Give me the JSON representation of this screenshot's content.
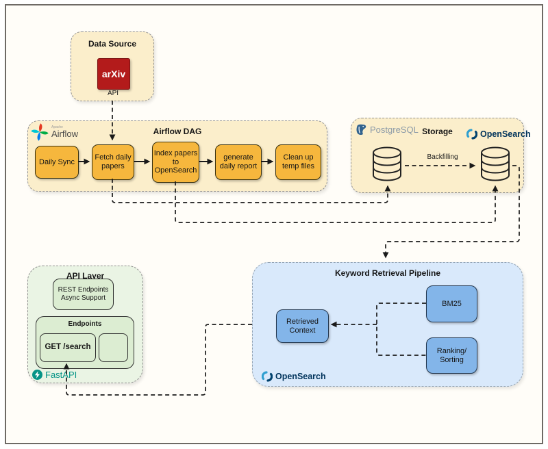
{
  "colors": {
    "cream_fill": "#fbeecb",
    "task_orange": "#f6b73d",
    "blue_zone_fill": "#d9e9fb",
    "blue_node_fill": "#83b5e9",
    "green_zone_fill": "#eaf4e4",
    "green_node_fill": "#dcedd2",
    "arxiv_red": "#b31b1b",
    "fastapi_teal": "#059486",
    "opensearch_navy": "#00335b",
    "postgres_slate": "#32638e",
    "connector_black": "#1a1a1a"
  },
  "data_source": {
    "title": "Data Source",
    "arxiv_logo": "arXiv",
    "api_label": "API"
  },
  "airflow_dag": {
    "brand_top": "Apache",
    "brand": "Airflow",
    "title": "Airflow DAG",
    "tasks": [
      {
        "label": "Daily Sync"
      },
      {
        "label": "Fetch daily\npapers"
      },
      {
        "label": "Index papers\nto\nOpenSearch"
      },
      {
        "label": "generate\ndaily report"
      },
      {
        "label": "Clean up\ntemp files"
      }
    ]
  },
  "storage": {
    "title": "Storage",
    "postgres_label": "PostgreSQL",
    "opensearch_label": "OpenSearch",
    "backfill_label": "Backfilling"
  },
  "api_layer": {
    "title": "API Layer",
    "rest_node": "REST Endpoints\nAsync Support",
    "endpoints_title": "Endpoints",
    "get_search_node": "GET /search",
    "fastapi_label": "FastAPI"
  },
  "pipeline": {
    "title": "Keyword Retrieval Pipeline",
    "retrieved_node": "Retrieved\nContext",
    "bm25_node": "BM25",
    "ranking_node": "Ranking/\nSorting",
    "opensearch_label": "OpenSearch"
  }
}
